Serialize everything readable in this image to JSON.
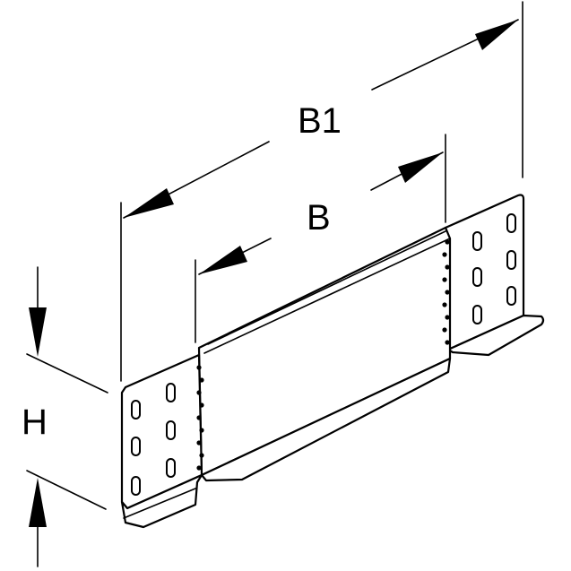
{
  "labels": {
    "outer_width": "B1",
    "inner_width": "B",
    "height": "H"
  }
}
